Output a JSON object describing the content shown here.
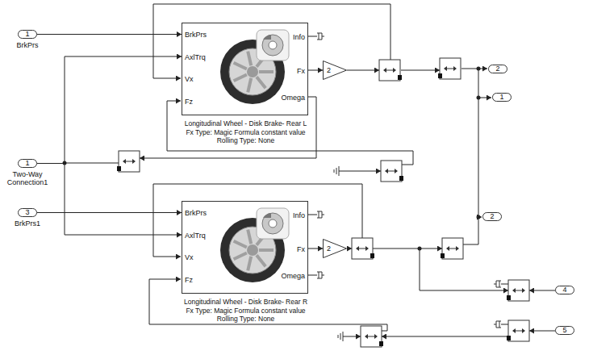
{
  "diagram": {
    "nodes": [
      {
        "text": [
          "1",
          "BrkPrs"
        ]
      },
      {
        "text": [
          "BrkPrs",
          "AxlTrq",
          "Vx",
          "Fz",
          "Info",
          "Fx",
          "Omega",
          "Longitudinal Wheel - Disk Brake- Rear L",
          "Fx Type: Magic Formula constant value",
          "Rolling Type: None"
        ]
      },
      {
        "text": [
          "2"
        ]
      },
      {
        "text": [
          "2"
        ]
      },
      {
        "text": [
          "1"
        ]
      },
      {
        "text": [
          "1",
          "Two-Way Connection1"
        ]
      },
      {
        "text": [
          "3",
          "BrkPrs1"
        ]
      },
      {
        "text": [
          "BrkPrs",
          "AxlTrq",
          "Vx",
          "Fz",
          "Info",
          "Fx",
          "Omega",
          "Longitudinal Wheel - Disk Brake- Rear R",
          "Fx Type: Magic Formula constant value",
          "Rolling Type: None"
        ]
      },
      {
        "text": [
          "2"
        ]
      },
      {
        "text": [
          "2"
        ]
      },
      {
        "text": [
          "4"
        ]
      },
      {
        "text": [
          "5"
        ]
      }
    ],
    "edges": [
      {
        "from": 0,
        "to": 1,
        "arrow": "to"
      },
      {
        "from": 1,
        "to": 2,
        "arrow": "to"
      },
      {
        "from": 5,
        "to": 1,
        "arrow": "to"
      },
      {
        "from": 5,
        "to": 7,
        "arrow": "to"
      },
      {
        "from": 6,
        "to": 7,
        "arrow": "to"
      },
      {
        "from": 7,
        "to": 8,
        "arrow": "to"
      }
    ]
  }
}
